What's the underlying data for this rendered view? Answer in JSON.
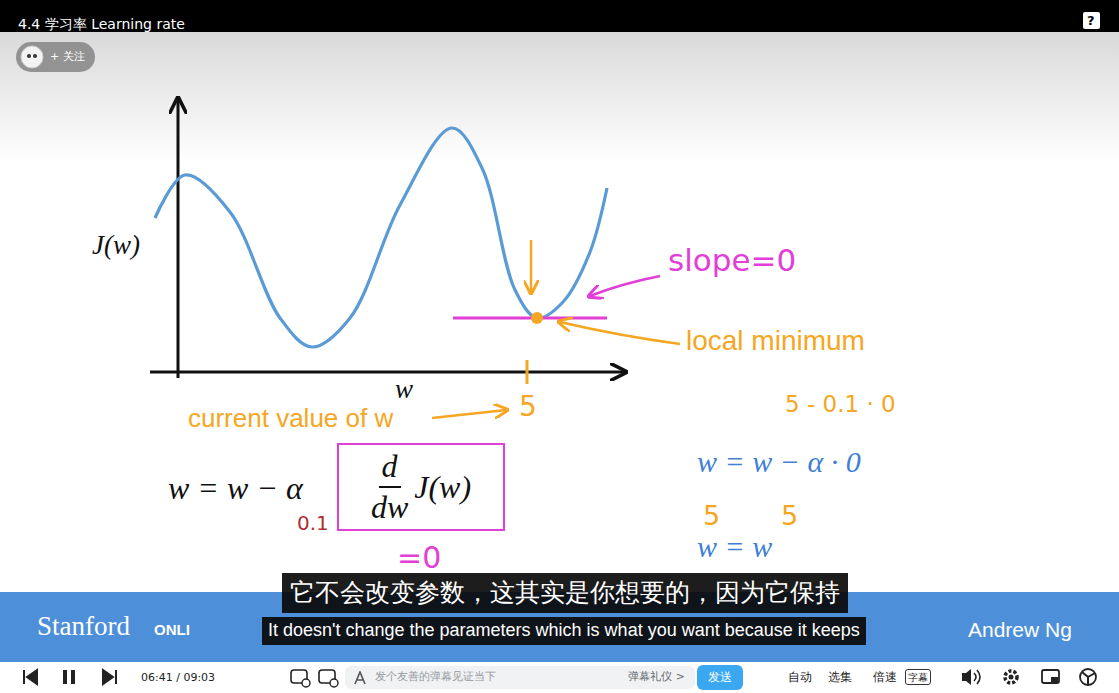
{
  "diagram": {
    "title": "4.4 学习率 Learning rate",
    "nodes": [
      {
        "text": [
          "+ 关注"
        ]
      },
      {
        "text": [
          "d",
          "dw",
          "J(w)"
        ]
      },
      {
        "text": [
          "它不会改变参数，这其实是你想要的，因为它保持"
        ]
      },
      {
        "text": [
          "It doesn't change the parameters which is what you want because it keeps"
        ]
      },
      {
        "text": [
          "发个友善的弹幕见证当下",
          "弹幕礼仪 >"
        ]
      },
      {
        "text": [
          "发送"
        ]
      },
      {
        "text": [
          "字幕"
        ]
      }
    ],
    "labels": [
      "J(w)",
      "w",
      "slope=0",
      "local minimum",
      "5",
      "current value of w",
      "w = w − α",
      "0.1",
      "=0",
      "5 - 0.1 · 0",
      "w = w − α · 0",
      "5",
      "5",
      "w = w",
      "Stanford",
      "ONLI",
      "Andrew Ng",
      "06:41 / 09:03",
      "自动",
      "选集",
      "倍速",
      "?"
    ]
  }
}
